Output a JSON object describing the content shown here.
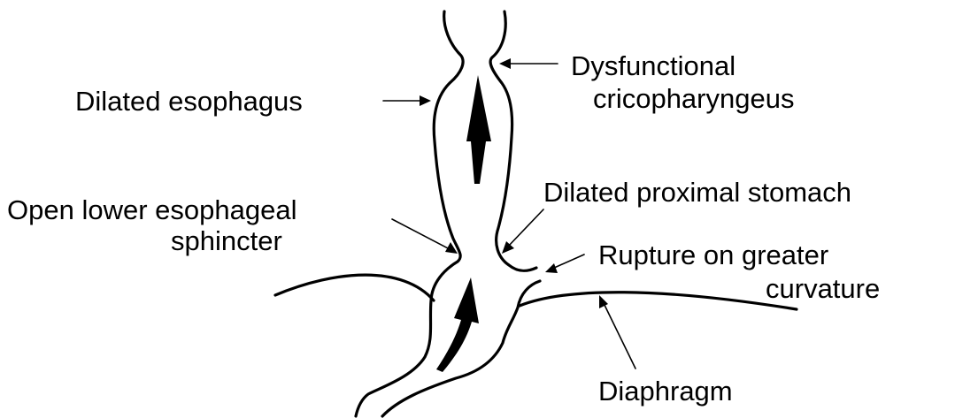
{
  "labels": {
    "dilated_esophagus": "Dilated esophagus",
    "dysfunctional_line1": "Dysfunctional",
    "dysfunctional_line2": "cricopharyngeus",
    "dilated_stomach": "Dilated proximal stomach",
    "open_les_line1": "Open lower esophageal",
    "open_les_line2": "sphincter",
    "rupture_line1": "Rupture on greater",
    "rupture_line2": "curvature",
    "diaphragm": "Diaphragm"
  },
  "colors": {
    "ink": "#000000",
    "background": "#ffffff"
  }
}
